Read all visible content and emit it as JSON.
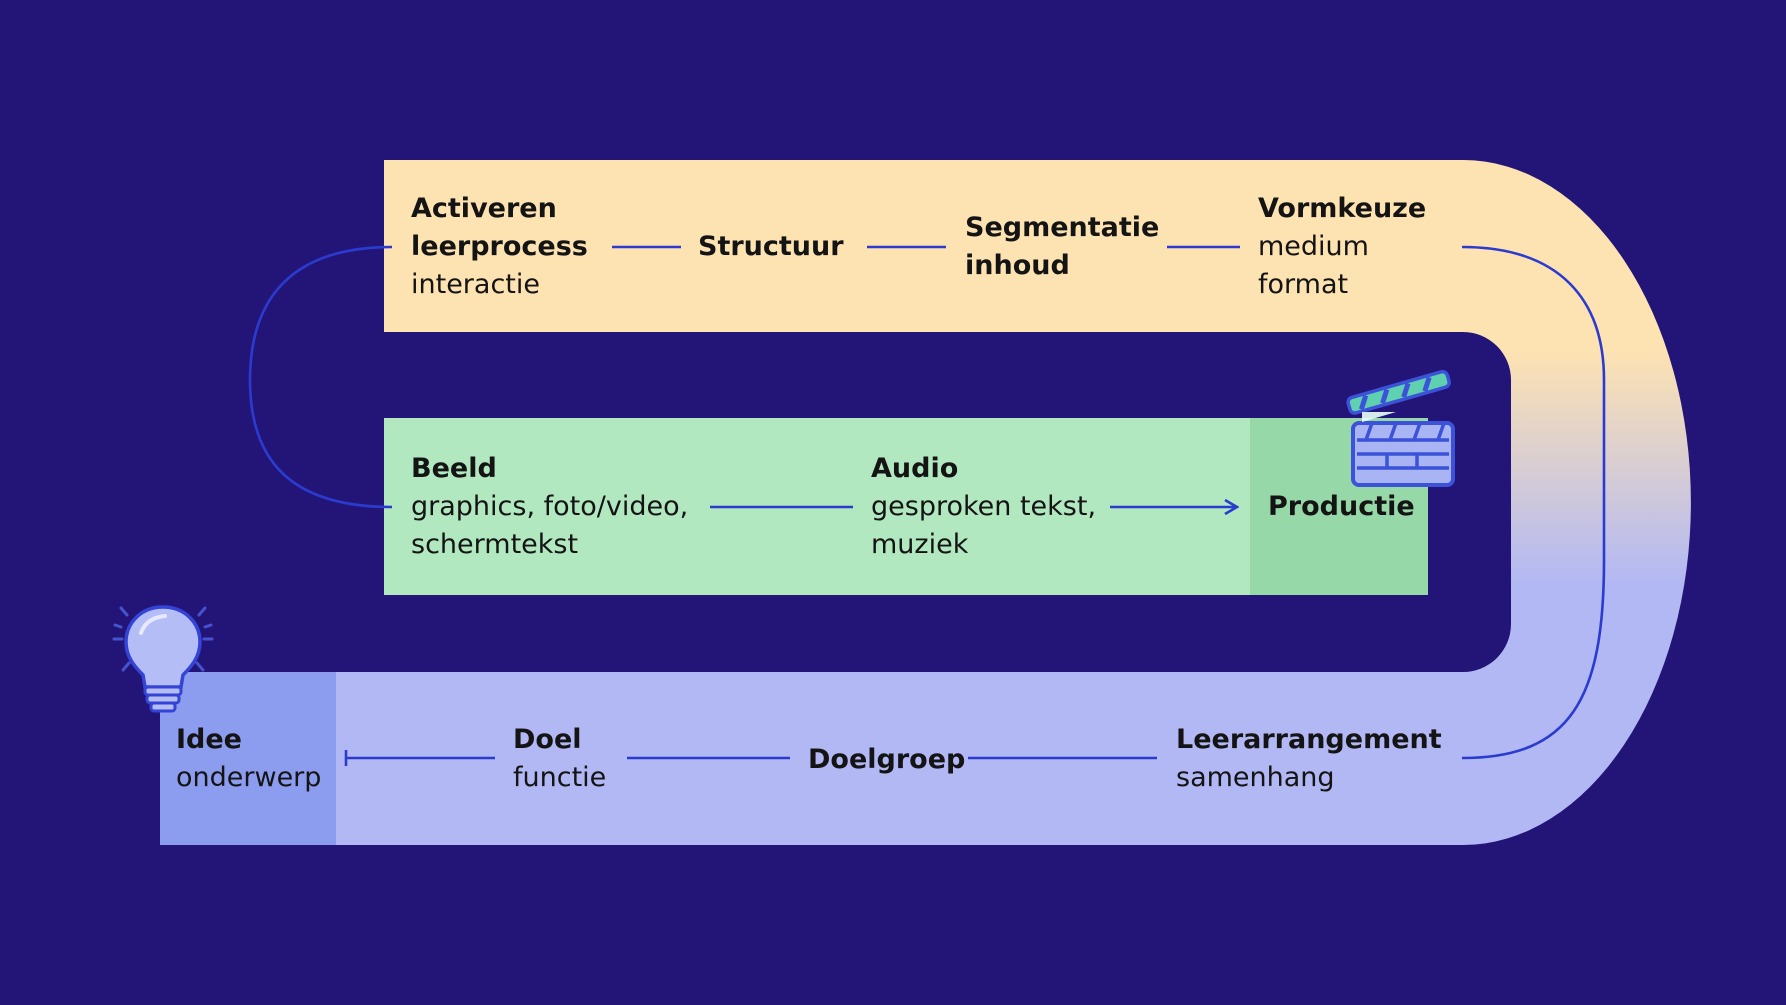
{
  "colors": {
    "background": "#231577",
    "track_top": "#fde2b2",
    "track_middle": "#b2e8c0",
    "track_bottom": "#b2b8f4",
    "start_block": "#8c9cee",
    "end_block": "#97d8a8",
    "connector": "#2b3bd0"
  },
  "icons": {
    "start": "lightbulb-icon",
    "end": "clapperboard-icon"
  },
  "nodes": {
    "activeren": {
      "title": "Activeren",
      "title2": "leerprocess",
      "sub": "interactie"
    },
    "structuur": {
      "title": "Structuur"
    },
    "segmentatie": {
      "title": "Segmentatie",
      "title2": "inhoud"
    },
    "vormkeuze": {
      "title": "Vormkeuze",
      "sub": "medium",
      "sub2": "format"
    },
    "beeld": {
      "title": "Beeld",
      "sub": "graphics, foto/video,",
      "sub2": "schermtekst"
    },
    "audio": {
      "title": "Audio",
      "sub": "gesproken tekst,",
      "sub2": "muziek"
    },
    "productie": {
      "title": "Productie"
    },
    "idee": {
      "title": "Idee",
      "sub": "onderwerp"
    },
    "doel": {
      "title": "Doel",
      "sub": "functie"
    },
    "doelgroep": {
      "title": "Doelgroep"
    },
    "leerarrangement": {
      "title": "Leerarrangement",
      "sub": "samenhang"
    }
  }
}
